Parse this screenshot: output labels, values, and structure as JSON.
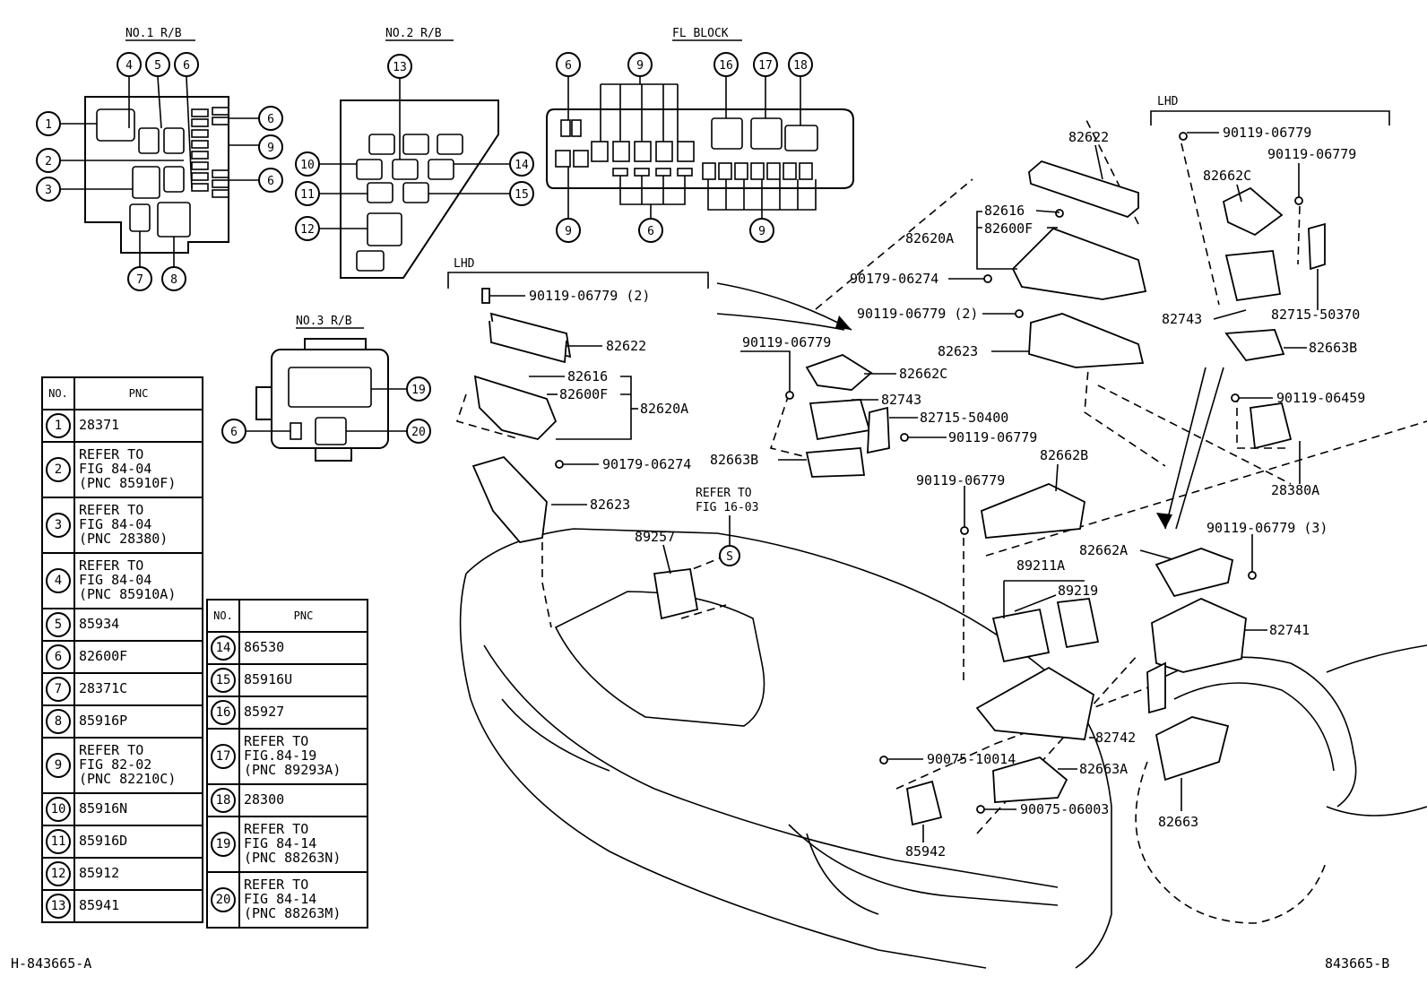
{
  "boxes": {
    "rb1": "NO.1 R/B",
    "rb2": "NO.2 R/B",
    "fl_block": "FL BLOCK",
    "rb3": "NO.3 R/B"
  },
  "lhd": "LHD",
  "table1": {
    "header_no": "NO.",
    "header_pnc": "PNC",
    "rows": [
      {
        "no": "1",
        "pnc": "28371"
      },
      {
        "no": "2",
        "pnc": "REFER TO\nFIG 84-04\n(PNC 85910F)"
      },
      {
        "no": "3",
        "pnc": "REFER TO\nFIG 84-04\n(PNC 28380)"
      },
      {
        "no": "4",
        "pnc": "REFER TO\nFIG 84-04\n(PNC 85910A)"
      },
      {
        "no": "5",
        "pnc": "85934"
      },
      {
        "no": "6",
        "pnc": "82600F"
      },
      {
        "no": "7",
        "pnc": "28371C"
      },
      {
        "no": "8",
        "pnc": "85916P"
      },
      {
        "no": "9",
        "pnc": "REFER TO\nFIG 82-02\n(PNC 82210C)"
      },
      {
        "no": "10",
        "pnc": "85916N"
      },
      {
        "no": "11",
        "pnc": "85916D"
      },
      {
        "no": "12",
        "pnc": "85912"
      },
      {
        "no": "13",
        "pnc": "85941"
      }
    ]
  },
  "table2": {
    "header_no": "NO.",
    "header_pnc": "PNC",
    "rows": [
      {
        "no": "14",
        "pnc": "86530"
      },
      {
        "no": "15",
        "pnc": "85916U"
      },
      {
        "no": "16",
        "pnc": "85927"
      },
      {
        "no": "17",
        "pnc": "REFER TO\nFIG.84-19\n(PNC 89293A)"
      },
      {
        "no": "18",
        "pnc": "28300"
      },
      {
        "no": "19",
        "pnc": "REFER TO\nFIG 84-14\n(PNC 88263N)"
      },
      {
        "no": "20",
        "pnc": "REFER TO\nFIG 84-14\n(PNC 88263M)"
      }
    ]
  },
  "part_labels": {
    "p90119_06779_2a": "90119-06779 (2)",
    "p82622a": "82622",
    "p82616a": "82616",
    "p82600Fa": "82600F",
    "p82620Aa": "82620A",
    "p90179_06274a": "90179-06274",
    "p82623a": "82623",
    "p90119_06779a": "90119-06779",
    "p82662Ca": "82662C",
    "p82743a": "82743",
    "p82715_50400": "82715-50400",
    "p90119_06779b": "90119-06779",
    "p82663Ba": "82663B",
    "refer_to": "REFER TO",
    "fig_16_03": "FIG 16-03",
    "s_mark": "S",
    "p89257": "89257",
    "p82622b": "82622",
    "p82616b": "82616",
    "p82600Fb": "82600F",
    "p82620Ab": "82620A",
    "p90179_06274b": "90179-06274",
    "p90119_06779_2b": "90119-06779 (2)",
    "p82623b": "82623",
    "p90119_06779c": "90119-06779",
    "p90119_06779d": "90119-06779",
    "p82662Cb": "82662C",
    "p82743b": "82743",
    "p82715_50370": "82715-50370",
    "p82663Bb": "82663B",
    "p90119_06459": "90119-06459",
    "p28380A": "28380A",
    "p82662B": "82662B",
    "p90119_06779e": "90119-06779",
    "p90119_06779_3": "90119-06779 (3)",
    "p82662A": "82662A",
    "p89211A": "89211A",
    "p89219": "89219",
    "p82741": "82741",
    "p82742": "82742",
    "p90075_10014": "90075-10014",
    "p82663A": "82663A",
    "p90075_06003": "90075-06003",
    "p85942": "85942",
    "p82663": "82663"
  },
  "callouts": {
    "rb1": [
      "4",
      "5",
      "6",
      "1",
      "6",
      "9",
      "2",
      "3",
      "6",
      "7",
      "8"
    ],
    "rb2": [
      "13",
      "10",
      "14",
      "11",
      "15",
      "12"
    ],
    "fl": [
      "6",
      "9",
      "16",
      "17",
      "18",
      "9",
      "6",
      "9"
    ],
    "rb3": [
      "19",
      "6",
      "20"
    ]
  },
  "footer": {
    "left_code": "H-843665-A",
    "right_code": "843665-B"
  }
}
